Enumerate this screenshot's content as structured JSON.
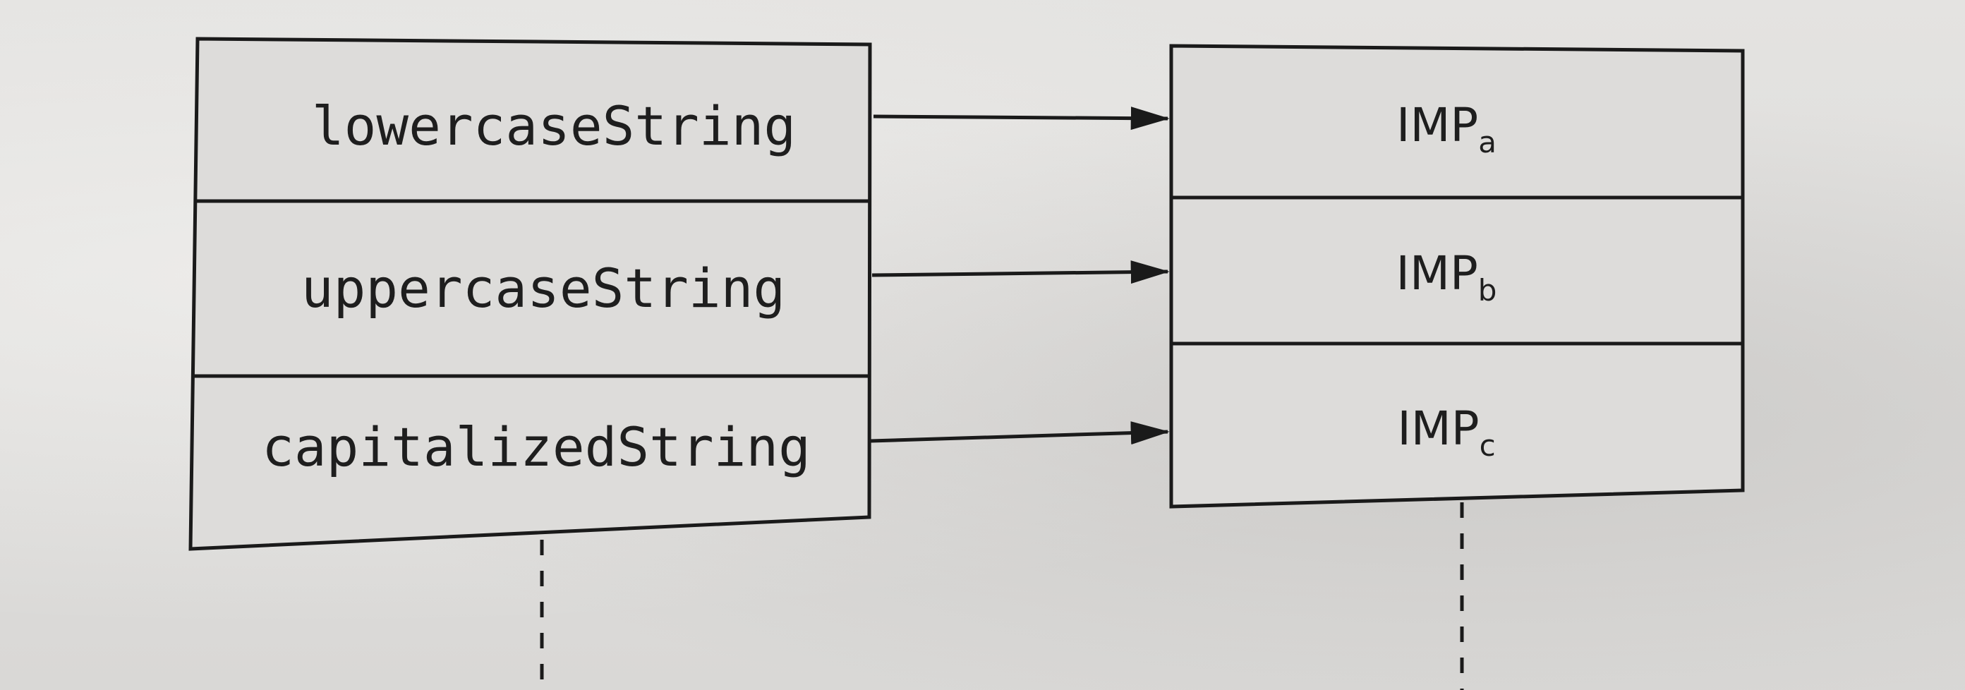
{
  "selectors": [
    {
      "label": "lowercaseString"
    },
    {
      "label": "uppercaseString"
    },
    {
      "label": "capitalizedString"
    }
  ],
  "imps": [
    {
      "base": "IMP",
      "sub": "a"
    },
    {
      "base": "IMP",
      "sub": "b"
    },
    {
      "base": "IMP",
      "sub": "c"
    }
  ]
}
